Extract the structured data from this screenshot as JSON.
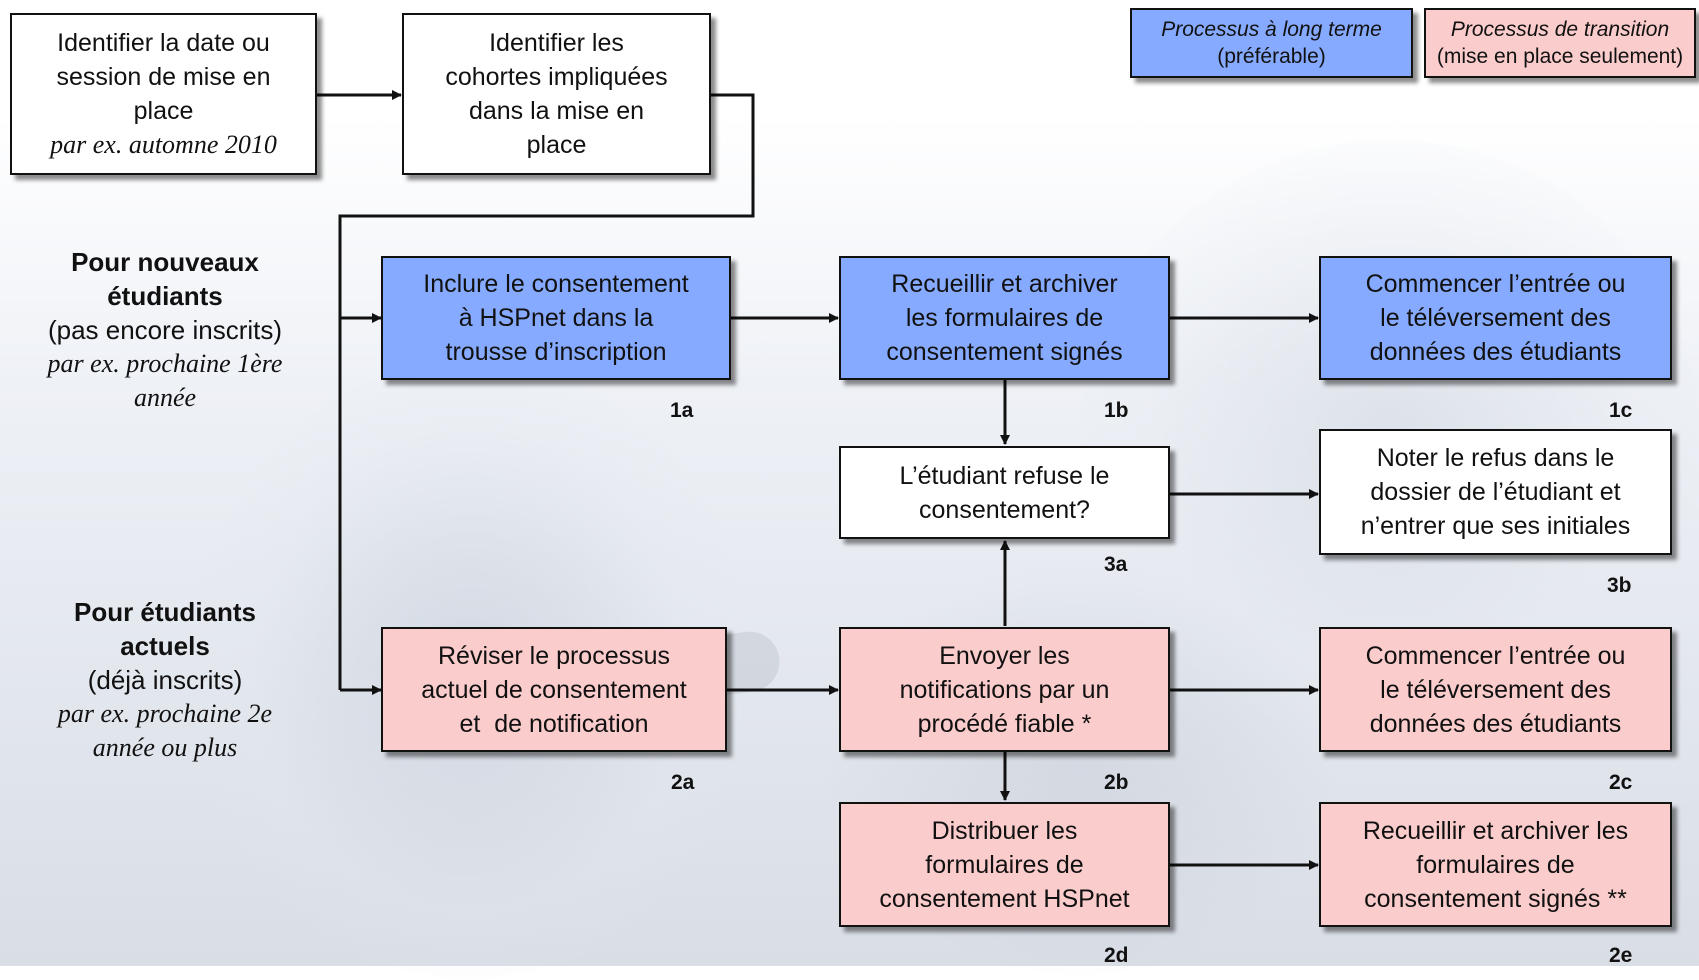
{
  "legend": {
    "long_term": {
      "line1": "Processus à long terme",
      "line2": "(préférable)"
    },
    "transition": {
      "line1": "Processus de transition",
      "line2": "(mise en place seulement)"
    }
  },
  "top_boxes": {
    "date": {
      "lines": [
        "Identifier la date ou",
        "session de mise en",
        "place"
      ],
      "example": "par ex. automne 2010"
    },
    "cohorts": {
      "lines": [
        "Identifier les",
        "cohortes impliquées",
        "dans la mise en",
        "place"
      ]
    }
  },
  "side_labels": {
    "new": {
      "title1": "Pour nouveaux",
      "title2": "étudiants",
      "sub": "(pas encore inscrits)",
      "ex1": "par ex. prochaine 1ère",
      "ex2": "année"
    },
    "current": {
      "title1": "Pour étudiants",
      "title2": "actuels",
      "sub": "(déjà inscrits)",
      "ex1": "par ex. prochaine 2e",
      "ex2": "année ou plus"
    }
  },
  "steps": {
    "1a": {
      "lines": [
        "Inclure le consentement",
        "à HSPnet dans la",
        "trousse d’inscription"
      ],
      "label": "1a"
    },
    "1b": {
      "lines": [
        "Recueillir et archiver",
        "les formulaires de",
        "consentement signés"
      ],
      "label": "1b"
    },
    "1c": {
      "lines": [
        "Commencer l’entrée ou",
        "le téléversement des",
        "données des étudiants"
      ],
      "label": "1c"
    },
    "3a": {
      "lines": [
        "L’étudiant refuse le",
        "consentement?"
      ],
      "label": "3a"
    },
    "3b": {
      "lines": [
        "Noter le refus dans le",
        "dossier de l’étudiant et",
        "n’entrer que ses initiales"
      ],
      "label": "3b"
    },
    "2a": {
      "lines": [
        "Réviser le processus",
        "actuel de consentement",
        "et  de notification"
      ],
      "label": "2a"
    },
    "2b": {
      "lines": [
        "Envoyer les",
        "notifications par un",
        "procédé fiable *"
      ],
      "label": "2b"
    },
    "2c": {
      "lines": [
        "Commencer l’entrée ou",
        "le téléversement des",
        "données des étudiants"
      ],
      "label": "2c"
    },
    "2d": {
      "lines": [
        "Distribuer les",
        "formulaires de",
        "consentement HSPnet"
      ],
      "label": "2d"
    },
    "2e": {
      "lines": [
        "Recueillir et archiver les",
        "formulaires de",
        "consentement signés **"
      ],
      "label": "2e"
    }
  },
  "colors": {
    "long_term": "#86aaff",
    "transition": "#fbcccc",
    "neutral": "#ffffff"
  }
}
